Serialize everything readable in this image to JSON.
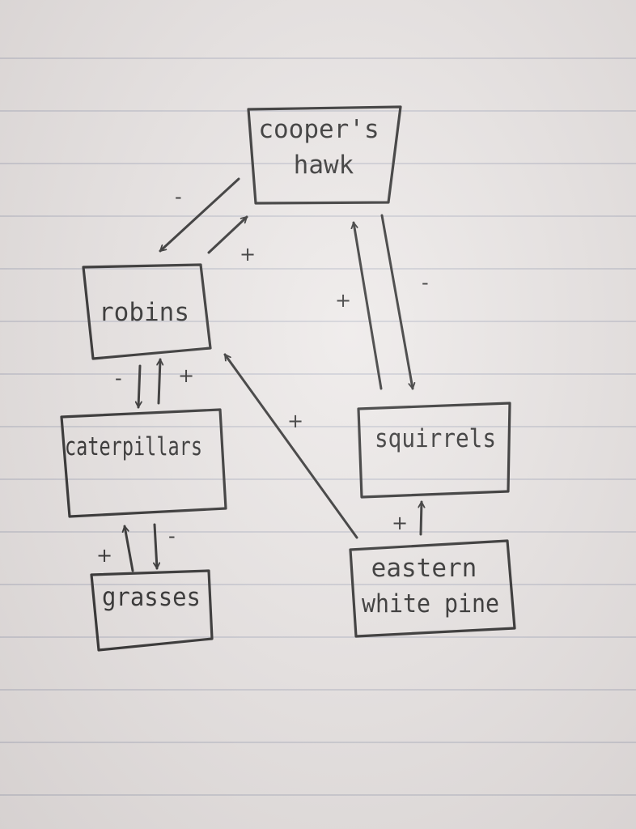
{
  "nodes": {
    "hawk": {
      "line1": "cooper's",
      "line2": "hawk"
    },
    "robins": {
      "label": "robins"
    },
    "caterpillars": {
      "label": "caterpillars"
    },
    "grasses": {
      "label": "grasses"
    },
    "squirrels": {
      "label": "squirrels"
    },
    "pine": {
      "line1": "eastern",
      "line2": "white pine"
    }
  },
  "edges": {
    "hawk_to_robins": "-",
    "robins_to_hawk": "+",
    "hawk_to_squirrels": "-",
    "squirrels_to_hawk": "+",
    "robins_to_caterpillars": "-",
    "caterpillars_to_robins": "+",
    "caterpillars_to_grasses": "-",
    "grasses_to_caterpillars": "+",
    "pine_to_robins": "+",
    "pine_to_squirrels": "+"
  }
}
